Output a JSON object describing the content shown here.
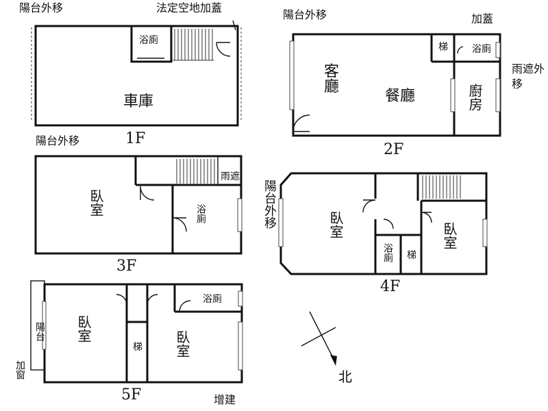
{
  "floors": {
    "f1": {
      "label": "1F",
      "balcony_note": "陽台外移",
      "open_space_note": "法定空地加蓋",
      "bath": "浴廁",
      "garage": "車庫"
    },
    "f2": {
      "label": "2F",
      "balcony_note": "陽台外移",
      "addition_note": "加蓋",
      "stairs": "梯",
      "bath": "浴廁",
      "living": "客廳",
      "dining": "餐廳",
      "kitchen": "廚房",
      "awning_note": "雨遮外移"
    },
    "f3": {
      "label": "3F",
      "balcony_note": "陽台外移",
      "bedroom": "臥室",
      "bath": "浴廁",
      "awning": "雨遮"
    },
    "f4": {
      "label": "4F",
      "balcony_note": "陽台外移",
      "bedroom_1": "臥室",
      "bath": "浴廁",
      "stairs": "梯",
      "bedroom_2": "臥室"
    },
    "f5": {
      "label": "5F",
      "balcony": "陽台",
      "window_note": "加窗",
      "bedroom_1": "臥室",
      "stairs": "梯",
      "bath": "浴廁",
      "bedroom_2": "臥室",
      "extension_note": "增建"
    }
  },
  "compass": {
    "north": "北"
  }
}
